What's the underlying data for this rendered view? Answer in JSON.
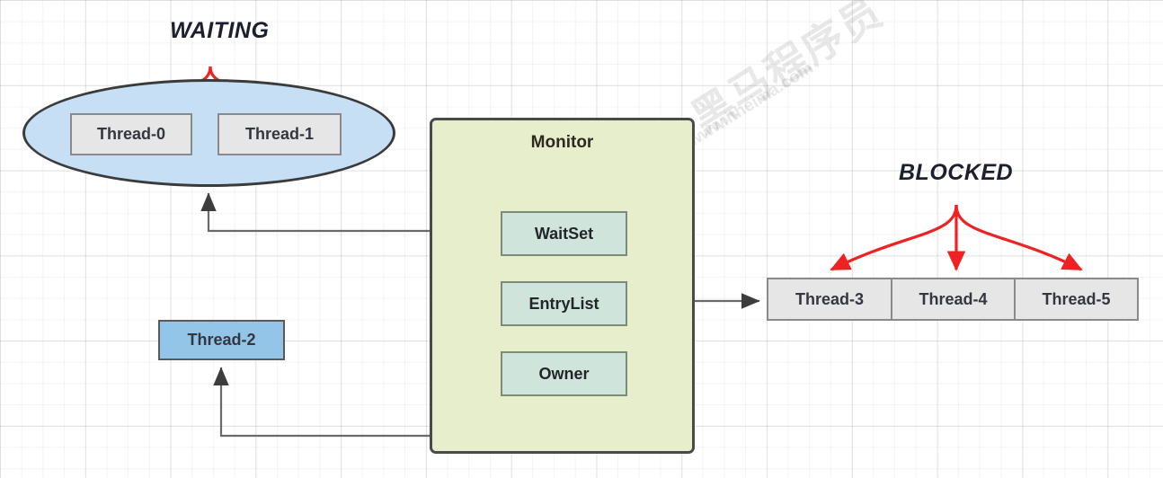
{
  "diagram": {
    "title": "Java Monitor thread state diagram",
    "watermark": {
      "brand": "黑马程序员",
      "url": "www.itheima.com"
    },
    "states": {
      "waiting_label": "WAITING",
      "blocked_label": "BLOCKED"
    },
    "waiting_group": {
      "threads": [
        {
          "label": "Thread-0"
        },
        {
          "label": "Thread-1"
        }
      ]
    },
    "owner_thread": {
      "label": "Thread-2"
    },
    "blocked_group": {
      "threads": [
        {
          "label": "Thread-3"
        },
        {
          "label": "Thread-4"
        },
        {
          "label": "Thread-5"
        }
      ]
    },
    "monitor": {
      "title": "Monitor",
      "slots": [
        {
          "label": "WaitSet"
        },
        {
          "label": "EntryList"
        },
        {
          "label": "Owner"
        }
      ]
    },
    "colors": {
      "waiting_ellipse_fill": "#c6dff5",
      "thread_box_fill": "#e6e6e6",
      "owner_thread_fill": "#92c5e8",
      "monitor_fill": "#e6eecb",
      "monitor_slot_fill": "#cfe4db",
      "state_arrow": "#ee2222",
      "connector": "#5a5a5a",
      "label_text": "#1b1f2e"
    },
    "connections": [
      {
        "from": "WaitSet",
        "to": "WAITING ellipse",
        "style": "orthogonal-arrow"
      },
      {
        "from": "EntryList",
        "to": "Thread-3",
        "style": "straight-arrow"
      },
      {
        "from": "Owner",
        "to": "Thread-2",
        "style": "orthogonal-arrow"
      },
      {
        "from": "WAITING",
        "to": "Thread-0 / Thread-1",
        "style": "curved-red-arrows"
      },
      {
        "from": "BLOCKED",
        "to": "Thread-3 / Thread-4 / Thread-5",
        "style": "curved-red-arrows"
      }
    ]
  }
}
